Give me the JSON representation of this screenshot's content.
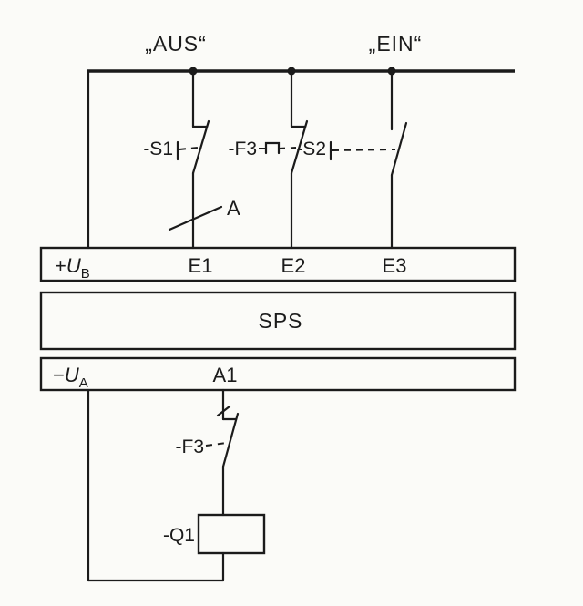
{
  "diagram": {
    "title_semantics": "SPS (PLC) motor control circuit diagram",
    "colors": {
      "ink": "#1b1b1b",
      "paper": "#fbfbf8"
    },
    "top_labels": {
      "aus": "„AUS“",
      "ein": "„EIN“"
    },
    "devices": {
      "s1_label": "-S1",
      "f3_top_label": "-F3",
      "s2_label": "-S2",
      "f3_bottom_label": "-F3",
      "q1_label": "-Q1"
    },
    "annotation": {
      "a": "A"
    },
    "plc": {
      "name": "SPS",
      "inputs": [
        "E1",
        "E2",
        "E3"
      ],
      "output": "A1",
      "supply_pos": {
        "sign": "+",
        "sym": "U",
        "sub": "B"
      },
      "supply_neg": {
        "sign": "−",
        "sym": "U",
        "sub": "A"
      }
    }
  }
}
